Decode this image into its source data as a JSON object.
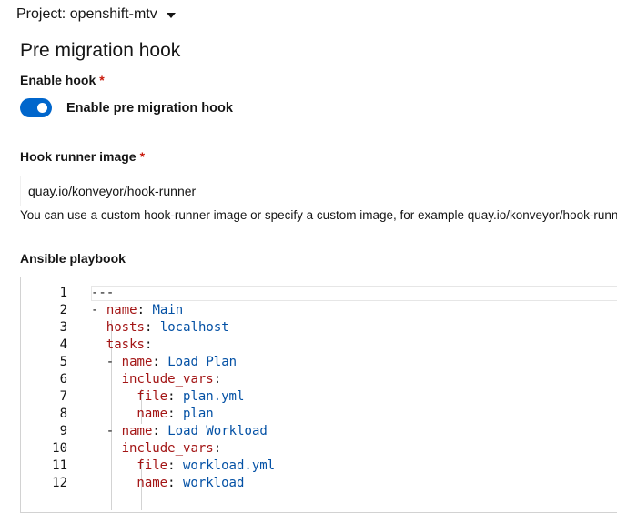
{
  "topbar": {
    "project_label": "Project: openshift-mtv"
  },
  "section": {
    "title": "Pre migration hook"
  },
  "enable_hook": {
    "label": "Enable hook",
    "required_mark": "*",
    "switch_on": true,
    "switch_label": "Enable pre migration hook"
  },
  "hook_runner": {
    "label": "Hook runner image",
    "required_mark": "*",
    "value": "quay.io/konveyor/hook-runner",
    "helper": "You can use a custom hook-runner image or specify a custom image, for example quay.io/konveyor/hook-runner ."
  },
  "playbook": {
    "label": "Ansible playbook",
    "lines": [
      {
        "n": "1",
        "dash": "",
        "key": "",
        "sep": "",
        "val": "---"
      },
      {
        "n": "2",
        "dash": "- ",
        "key": "name",
        "sep": ": ",
        "val": "Main"
      },
      {
        "n": "3",
        "dash": "",
        "key": "hosts",
        "sep": ": ",
        "val": "localhost"
      },
      {
        "n": "4",
        "dash": "",
        "key": "tasks",
        "sep": ":",
        "val": ""
      },
      {
        "n": "5",
        "dash": "- ",
        "key": "name",
        "sep": ": ",
        "val": "Load Plan"
      },
      {
        "n": "6",
        "dash": "",
        "key": "include_vars",
        "sep": ":",
        "val": ""
      },
      {
        "n": "7",
        "dash": "",
        "key": "file",
        "sep": ": ",
        "val": "plan.yml"
      },
      {
        "n": "8",
        "dash": "",
        "key": "name",
        "sep": ": ",
        "val": "plan"
      },
      {
        "n": "9",
        "dash": "- ",
        "key": "name",
        "sep": ": ",
        "val": "Load Workload"
      },
      {
        "n": "10",
        "dash": "",
        "key": "include_vars",
        "sep": ":",
        "val": ""
      },
      {
        "n": "11",
        "dash": "",
        "key": "file",
        "sep": ": ",
        "val": "workload.yml"
      },
      {
        "n": "12",
        "dash": "",
        "key": "name",
        "sep": ": ",
        "val": "workload"
      }
    ]
  },
  "colors": {
    "accent": "#0066cc",
    "required": "#c9190b",
    "yaml_key": "#a31515",
    "yaml_value": "#0451a5"
  }
}
